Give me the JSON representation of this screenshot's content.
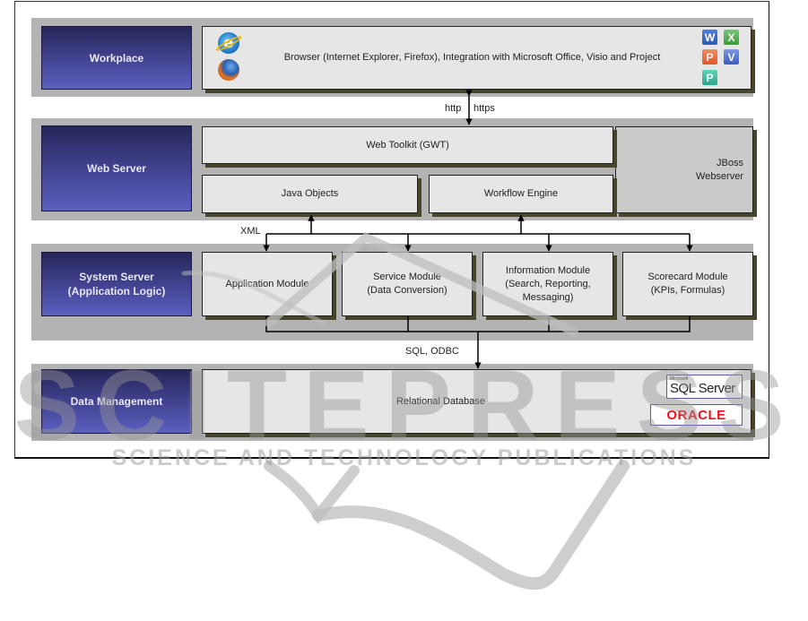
{
  "layers": [
    {
      "name": "Workplace",
      "content": "Browser (Internet Explorer, Firefox), Integration with Microsoft Office, Visio and Project",
      "browser_icons": [
        "internet-explorer-icon",
        "firefox-icon"
      ],
      "office_icons": [
        {
          "id": "word-icon",
          "letter": "W",
          "color": "#2b5bb5"
        },
        {
          "id": "excel-icon",
          "letter": "X",
          "color": "#3a9a3a"
        },
        {
          "id": "powerpoint-icon",
          "letter": "P",
          "color": "#e2552a"
        },
        {
          "id": "visio-icon",
          "letter": "V",
          "color": "#3a5cc8"
        },
        {
          "id": "project-icon",
          "letter": "P",
          "color": "#2aa58c"
        }
      ]
    },
    {
      "name": "Web Server",
      "components": {
        "toolkit": "Web Toolkit (GWT)",
        "java_objects": "Java Objects",
        "workflow": "Workflow Engine",
        "container": "JBoss\nWebserver"
      }
    },
    {
      "name": "System Server\n(Application Logic)",
      "modules": [
        "Application Module",
        "Service Module\n(Data Conversion)",
        "Information Module\n(Search, Reporting,\nMessaging)",
        "Scorecard Module\n(KPIs, Formulas)"
      ]
    },
    {
      "name": "Data Management",
      "content": "Relational Database",
      "logos": {
        "sql_server_prefix": "Microsoft",
        "sql_server": "SQL Server",
        "oracle": "ORACLE"
      }
    }
  ],
  "connectors": {
    "workplace_web": [
      "http",
      "https"
    ],
    "web_system": "XML",
    "system_data": "SQL, ODBC"
  },
  "watermark": {
    "title": "SCITEPRESS",
    "subtitle": "SCIENCE AND TECHNOLOGY PUBLICATIONS"
  },
  "colors": {
    "layer_header": "#3f3f8a",
    "band": "#b3b3b3",
    "box": "#e6e6e6",
    "container": "#cbcbcb",
    "oracle_red": "#e8141a"
  }
}
